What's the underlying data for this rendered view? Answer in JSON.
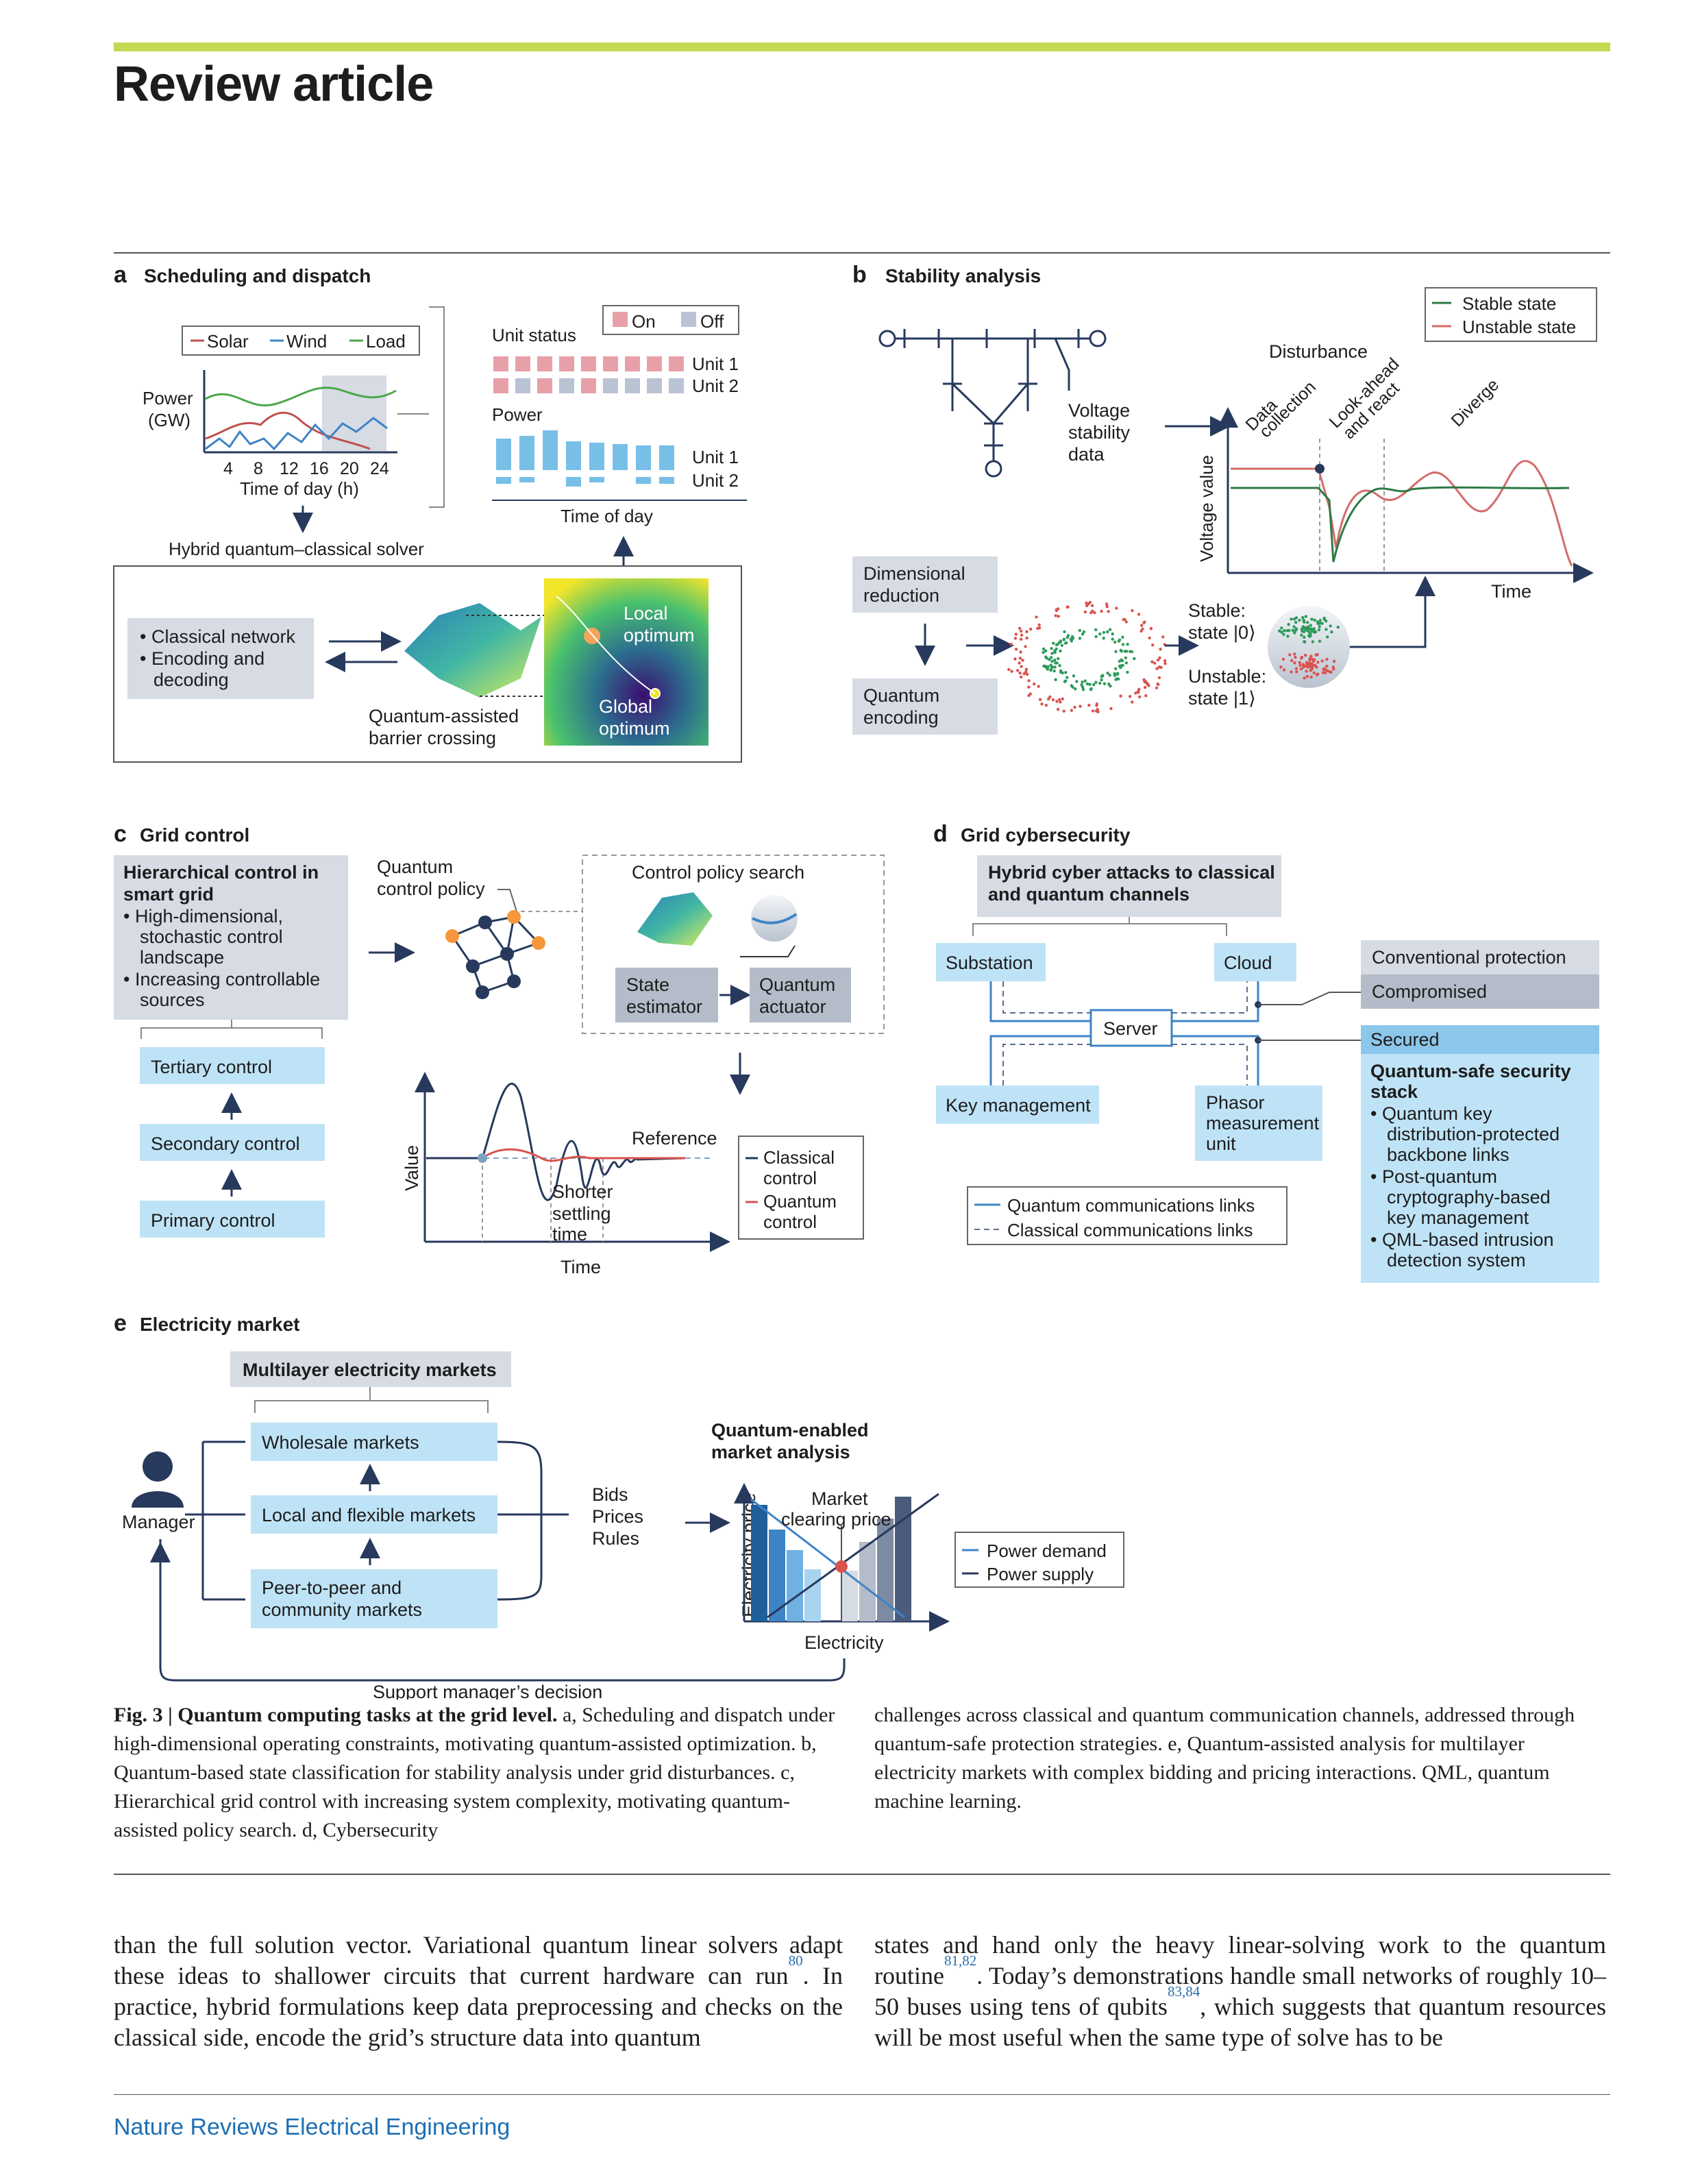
{
  "header": {
    "title": "Review article"
  },
  "colors": {
    "accent": "#c4d952",
    "light_blue": "#bfe3f6",
    "grey_box": "#d6dbe4",
    "navy": "#27395c",
    "solar": "#c0504d",
    "wind": "#3d84c6",
    "load": "#4ca64c"
  },
  "panel_a": {
    "letter": "a",
    "title": "Scheduling and dispatch",
    "legend": [
      "Solar",
      "Wind",
      "Load"
    ],
    "ylabel": "Power\n(GW)",
    "xticks": [
      "4",
      "8",
      "12",
      "16",
      "20",
      "24"
    ],
    "xlabel": "Time of day (h)",
    "unit_status_label": "Unit status",
    "on_label": "On",
    "off_label": "Off",
    "unit1": "Unit 1",
    "unit2": "Unit 2",
    "power_label": "Power",
    "time_of_day": "Time of day",
    "solver_label": "Hybrid quantum–classical solver",
    "classical_items": [
      "Classical network",
      "Encoding and\ndecoding"
    ],
    "barrier_label": "Quantum-assisted\nbarrier crossing",
    "local_label": "Local\noptimum",
    "global_label": "Global\noptimum"
  },
  "panel_b": {
    "letter": "b",
    "title": "Stability analysis",
    "voltage_data": "Voltage\nstability\ndata",
    "legend": [
      "Stable state",
      "Unstable state"
    ],
    "disturbance": "Disturbance",
    "phases": [
      "Data\ncollection",
      "Look-ahead\nand react",
      "Diverge"
    ],
    "ylabel": "Voltage value",
    "xlabel": "Time",
    "dim_reduction": "Dimensional\nreduction",
    "quantum_encoding": "Quantum\nencoding",
    "stable_state": "Stable:\nstate |0⟩",
    "unstable_state": "Unstable:\nstate |1⟩"
  },
  "panel_c": {
    "letter": "c",
    "title": "Grid control",
    "hier_title": "Hierarchical control in\nsmart grid",
    "hier_items": [
      "High-dimensional,\nstochastic control\nlandscape",
      "Increasing controllable\nsources"
    ],
    "levels": [
      "Tertiary control",
      "Secondary control",
      "Primary control"
    ],
    "policy_label": "Quantum\ncontrol policy",
    "search_label": "Control policy search",
    "state_estimator": "State\nestimator",
    "quantum_actuator": "Quantum\nactuator",
    "reference": "Reference",
    "shorter": "Shorter\nsettling\ntime",
    "ylabel": "Value",
    "xlabel": "Time",
    "legend": [
      "Classical\ncontrol",
      "Quantum\ncontrol"
    ]
  },
  "panel_d": {
    "letter": "d",
    "title": "Grid cybersecurity",
    "attacks": "Hybrid cyber attacks to classical\nand quantum channels",
    "substation": "Substation",
    "cloud": "Cloud",
    "server": "Server",
    "key_mgmt": "Key management",
    "pmu": "Phasor\nmeasurement\nunit",
    "conventional": "Conventional protection",
    "compromised": "Compromised",
    "secured": "Secured",
    "stack_title": "Quantum-safe security\nstack",
    "stack_items": [
      "Quantum key\ndistribution-protected\nbackbone links",
      "Post-quantum\ncryptography-based\nkey management",
      "QML-based intrusion\ndetection system"
    ],
    "legend": [
      "Quantum communications links",
      "Classical communications links"
    ]
  },
  "panel_e": {
    "letter": "e",
    "title": "Electricity market",
    "multilayer": "Multilayer electricity markets",
    "markets": [
      "Wholesale markets",
      "Local and flexible markets",
      "Peer-to-peer and\ncommunity markets"
    ],
    "manager": "Manager",
    "bids": "Bids\nPrices\nRules",
    "analysis": "Quantum-enabled\nmarket analysis",
    "clearing": "Market\nclearing price",
    "ylabel": "Electricity price",
    "xlabel": "Electricity",
    "legend": [
      "Power demand",
      "Power supply"
    ],
    "support": "Support manager’s decision"
  },
  "caption": {
    "lead": "Fig. 3 | Quantum computing tasks at the grid level.",
    "left": " a, Scheduling and dispatch under high-dimensional operating constraints, motivating quantum-assisted optimization. b, Quantum-based state classification for stability analysis under grid disturbances. c, Hierarchical grid control with increasing system complexity, motivating quantum-assisted policy search. d, Cybersecurity",
    "right": "challenges across classical and quantum communication channels, addressed through quantum-safe protection strategies. e, Quantum-assisted analysis for multilayer electricity markets with complex bidding and pricing interactions. QML, quantum machine learning."
  },
  "body": {
    "left_a": "than the full solution vector. Variational quantum linear solvers adapt these ideas to shallower circuits that current hardware can run",
    "ref80": "80",
    "left_b": ". In practice, hybrid formulations keep data preprocessing and checks on the classical side, encode the grid’s structure data into quantum",
    "right_a": "states and hand only the heavy linear-solving work to the quantum routine",
    "ref8182": "81,82",
    "right_b": ". Today’s demonstrations handle small networks of roughly 10–50 buses using tens of qubits",
    "ref8384": "83,84",
    "right_c": ", which suggests that quantum resources will be most useful when the same type of solve has to be"
  },
  "footer": {
    "journal": "Nature Reviews Electrical Engineering"
  }
}
